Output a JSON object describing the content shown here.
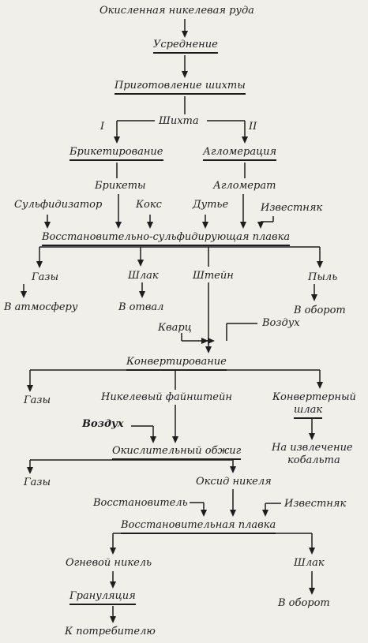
{
  "ore": "Окисленная никелевая руда",
  "averaging": "Усреднение",
  "charge_prep": "Приготовление шихты",
  "charge": "Шихта",
  "route_1": "I",
  "route_2": "II",
  "briquetting": "Брикетирование",
  "agglomeration": "Агломерация",
  "briquettes": "Брикеты",
  "agglomerate": "Агломерат",
  "sulfidizer": "Сульфидизатор",
  "coke": "Кокс",
  "blast": "Дутье",
  "limestone_1": "Известняк",
  "smelting": "Восстановительно-сульфидирующая плавка",
  "gases_1": "Газы",
  "slag_1": "Шлак",
  "matte": "Штейн",
  "dust": "Пыль",
  "to_atmosphere": "В атмосферу",
  "to_dump": "В отвал",
  "to_recycle_1": "В оборот",
  "quartz": "Кварц",
  "air_1": "Воздух",
  "converting": "Конвертирование",
  "gases_2": "Газы",
  "nickel_fine_matte": "Никелевый файнштейн",
  "converter_slag_1": "Конвертерный",
  "converter_slag_2": "шлак",
  "air_2": "Воздух",
  "cobalt_1": "На извлечение",
  "cobalt_2": "кобальта",
  "oxidizing_roast": "Окислительный обжиг",
  "gases_3": "Газы",
  "nickel_oxide": "Оксид никеля",
  "reductant": "Восстановитель",
  "limestone_2": "Известняк",
  "reduction_smelting": "Восстановительная плавка",
  "fire_nickel": "Огневой никель",
  "slag_2": "Шлак",
  "granulation": "Грануляция",
  "to_recycle_2": "В оборот",
  "to_consumer": "К потребителю"
}
